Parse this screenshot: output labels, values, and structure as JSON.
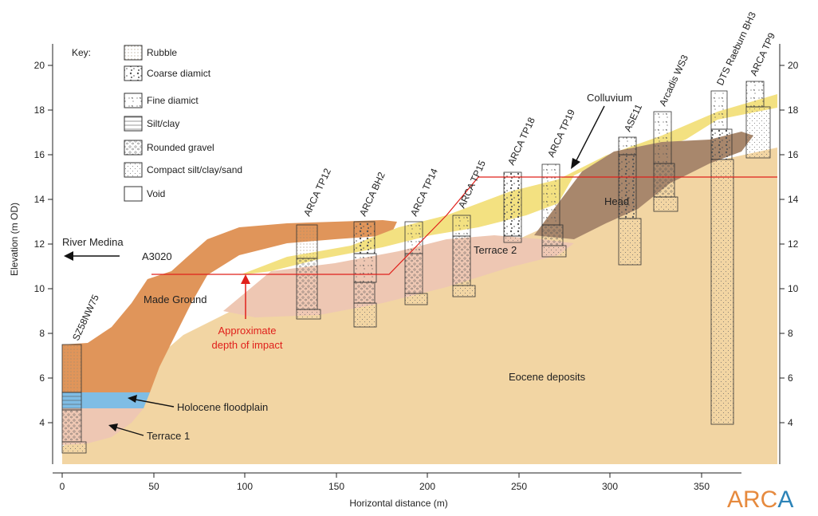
{
  "axes": {
    "x_label": "Horizontal distance (m)",
    "y_label": "Elevation (m OD)",
    "x_ticks": [
      "0",
      "50",
      "100",
      "150",
      "200",
      "250",
      "300",
      "350"
    ],
    "y_ticks_left": [
      "4",
      "6",
      "8",
      "10",
      "12",
      "14",
      "16",
      "18",
      "20"
    ],
    "y_ticks_right": [
      "4",
      "6",
      "8",
      "10",
      "12",
      "14",
      "16",
      "18",
      "20"
    ]
  },
  "key": {
    "title": "Key:",
    "items": [
      {
        "label": "Rubble",
        "icon": "rubble-pattern"
      },
      {
        "label": "Coarse diamict",
        "icon": "coarse-diamict-pattern"
      },
      {
        "label": "Fine diamict",
        "icon": "fine-diamict-pattern"
      },
      {
        "label": "Silt/clay",
        "icon": "silt-clay-pattern"
      },
      {
        "label": "Rounded gravel",
        "icon": "rounded-gravel-pattern"
      },
      {
        "label": "Compact silt/clay/sand",
        "icon": "compact-silt-pattern"
      },
      {
        "label": "Void",
        "icon": "void-pattern"
      }
    ]
  },
  "boreholes": [
    "SZ58NW75",
    "ARCA TP12",
    "ARCA BH2",
    "ARCA TP14",
    "ARCA TP15",
    "ARCA TP18",
    "ARCA TP19",
    "ASE11",
    "Arcadis WS3",
    "DTS Raeburn BH3",
    "ARCA TP9"
  ],
  "units": {
    "made_ground": "Made Ground",
    "terrace2": "Terrace 2",
    "head": "Head",
    "eocene": "Eocene deposits",
    "colluvium": "Colluvium",
    "holocene": "Holocene floodplain",
    "terrace1": "Terrace 1"
  },
  "annotations": {
    "river": "River Medina",
    "road": "A3020",
    "impact_line1": "Approximate",
    "impact_line2": "depth of impact"
  },
  "logo": "ARCA",
  "colors": {
    "eocene": "#f2d5a3",
    "made_ground": "#e0955a",
    "terrace": "#eec7b3",
    "colluvium": "#f3e181",
    "head": "#a8876c",
    "holocene": "#7fbde5",
    "impact_line": "#e0201b",
    "logo_orange": "#e68a3e",
    "logo_blue": "#2d84b8"
  }
}
